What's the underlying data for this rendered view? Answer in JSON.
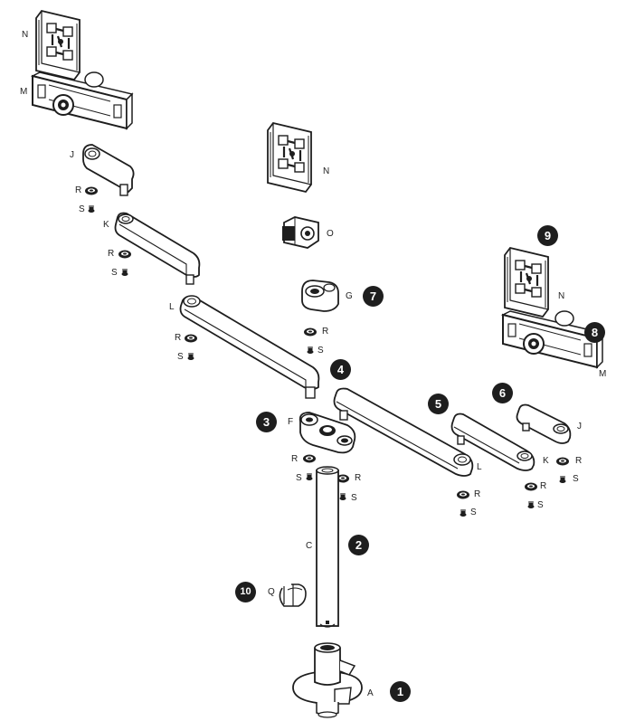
{
  "steps": [
    "1",
    "2",
    "3",
    "4",
    "5",
    "6",
    "7",
    "8",
    "9",
    "10"
  ],
  "parts": {
    "A": "A",
    "C": "C",
    "F": "F",
    "G": "G",
    "J": "J",
    "K": "K",
    "L": "L",
    "M": "M",
    "N": "N",
    "O": "O",
    "Q": "Q",
    "R": "R",
    "S": "S"
  },
  "colors": {
    "line": "#1e1e1e",
    "fill": "#ffffff",
    "step_badge": "#1e1e1e"
  }
}
